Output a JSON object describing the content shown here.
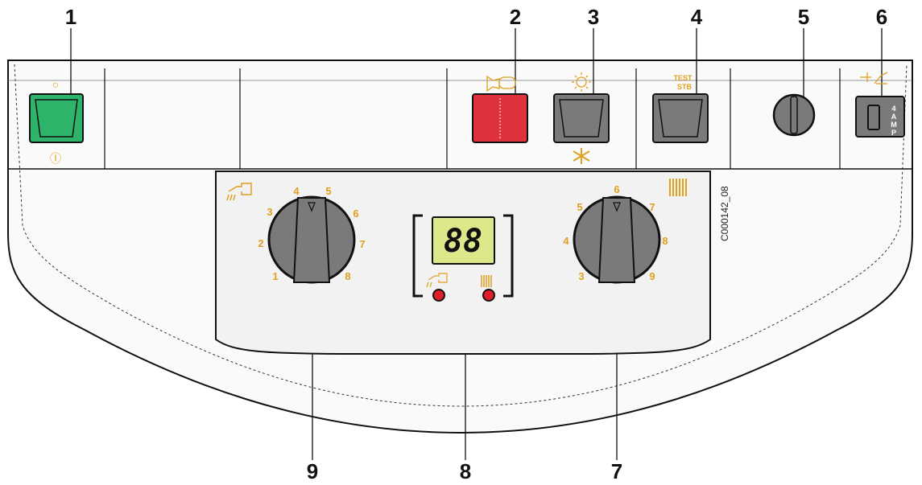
{
  "callouts": [
    {
      "id": "1",
      "label": "1"
    },
    {
      "id": "2",
      "label": "2"
    },
    {
      "id": "3",
      "label": "3"
    },
    {
      "id": "4",
      "label": "4"
    },
    {
      "id": "5",
      "label": "5"
    },
    {
      "id": "6",
      "label": "6"
    },
    {
      "id": "7",
      "label": "7"
    },
    {
      "id": "8",
      "label": "8"
    },
    {
      "id": "9",
      "label": "9"
    }
  ],
  "switch_on_symbol": "○",
  "switch_off_symbol": "Ⓘ",
  "test_label_line1": "TEST",
  "test_label_line2": "STB",
  "fuse_text": [
    "4",
    "A",
    "M",
    "P"
  ],
  "display_value": "88",
  "figure_code": "C000142_08",
  "dhw_dial_marks": [
    "1",
    "2",
    "3",
    "4",
    "5",
    "6",
    "7",
    "8"
  ],
  "heating_dial_marks": [
    "3",
    "4",
    "5",
    "6",
    "7",
    "8",
    "9"
  ],
  "colors": {
    "accent": "#e0a020",
    "green_switch": "#2db36a",
    "red_switch": "#e0323c",
    "gray_button": "#7a7a7a",
    "display_bg": "#dde88a",
    "led_red": "#e01e2a"
  }
}
